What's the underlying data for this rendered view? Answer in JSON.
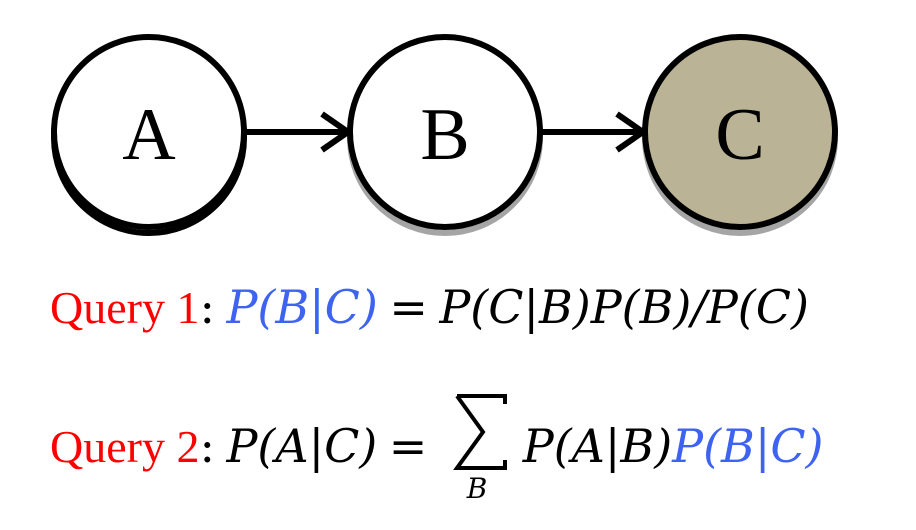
{
  "nodes": [
    {
      "label": "A",
      "fill": "#ffffff"
    },
    {
      "label": "B",
      "fill": "#ffffff"
    },
    {
      "label": "C",
      "fill": "#bbb395"
    }
  ],
  "colors": {
    "label": "#ff0000",
    "highlight": "#3d63f0",
    "text": "#000000"
  },
  "queries": [
    {
      "label": "Query 1",
      "lhs": "P(B|C)",
      "rhs": "P(C|B)P(B)/P(C)"
    },
    {
      "label": "Query 2",
      "lhs": "P(A|C)",
      "sum_subscript": "B",
      "rhs_term1": "P(A|B)",
      "rhs_term2": "P(B|C)"
    }
  ]
}
